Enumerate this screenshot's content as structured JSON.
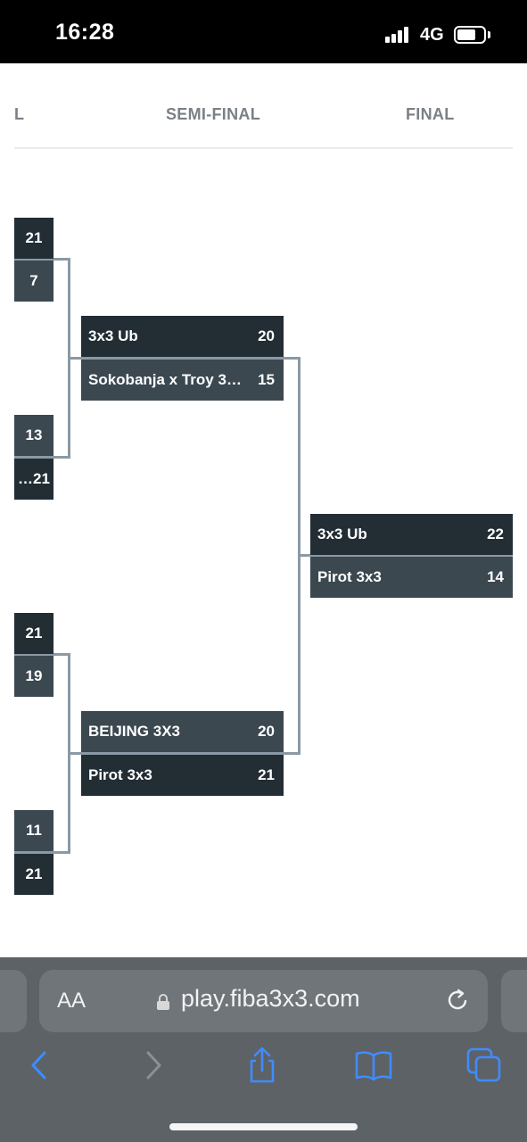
{
  "status_bar": {
    "time": "16:28",
    "network": "4G"
  },
  "rounds": {
    "left_partial": "L",
    "semi_final": "SEMI-FINAL",
    "final": "FINAL"
  },
  "quarter_final_scores": [
    [
      "21",
      "7"
    ],
    [
      "13",
      "…21"
    ],
    [
      "21",
      "19"
    ],
    [
      "11",
      "21"
    ]
  ],
  "semi_finals": [
    {
      "team1": {
        "name": "3x3 Ub",
        "score": "20"
      },
      "team2": {
        "name": "Sokobanja x Troy 3…",
        "score": "15"
      }
    },
    {
      "team1": {
        "name": "BEIJING 3X3",
        "score": "20"
      },
      "team2": {
        "name": "Pirot 3x3",
        "score": "21"
      }
    }
  ],
  "final": {
    "team1": {
      "name": "3x3 Ub",
      "score": "22"
    },
    "team2": {
      "name": "Pirot 3x3",
      "score": "14"
    }
  },
  "browser": {
    "text_size_label": "AA",
    "url": "play.fiba3x3.com"
  },
  "colors": {
    "team_row_dark": "#222d34",
    "team_row_light": "#3b4850",
    "connector": "#8a99a4",
    "header_text": "#7a8086",
    "safari_accent": "#3f8cff"
  },
  "icons": [
    "signal-icon",
    "battery-icon",
    "lock-icon",
    "reload-icon",
    "back-icon",
    "forward-icon",
    "share-icon",
    "bookmarks-icon",
    "tabs-icon"
  ]
}
